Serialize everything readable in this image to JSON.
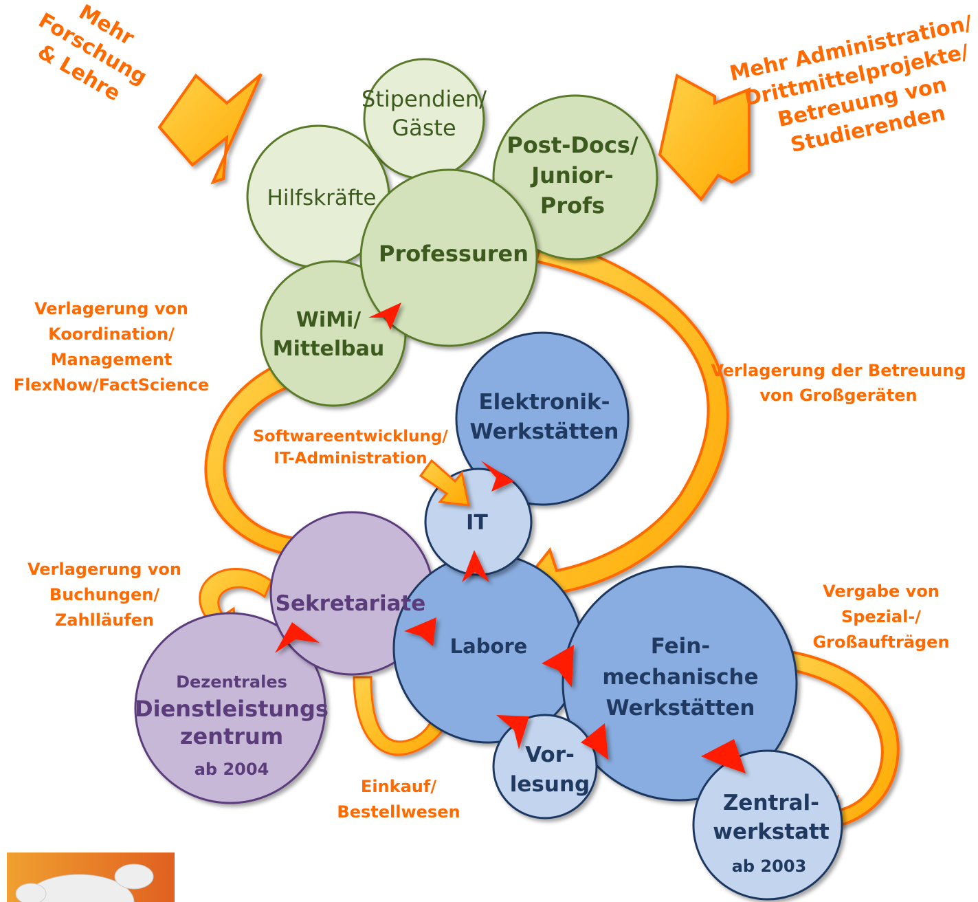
{
  "colors": {
    "green_fill": "#d4e2bb",
    "green_fill_light": "#e6eed6",
    "green_stroke": "#5a7a2a",
    "blue_fill": "#89ade0",
    "blue_fill_light": "#c3d5ee",
    "blue_stroke": "#1f3960",
    "purple_fill": "#c7b8d8",
    "purple_stroke": "#5a3c7a",
    "orange_text": "#ff6a00",
    "arrow_fill": "#ffb400",
    "arrow_edge": "#ff6a00",
    "red_arrow": "#ff1a00",
    "green_text": "#3d5a1e",
    "blue_text": "#1f3960",
    "purple_text": "#5a3c7a"
  },
  "nodes": {
    "stipendien": "Stipendien/\nGäste",
    "hilfskraefte": "Hilfskräfte",
    "postdocs": "Post-Docs/\nJunior-\nProfs",
    "professuren": "Professuren",
    "wimi": "WiMi/\nMittelbau",
    "elektronik": "Elektronik-\nWerkstätten",
    "it": "IT",
    "labore": "Labore",
    "sekretariate": "Sekretariate",
    "dezentral_title": "Dezentrales",
    "dezentral_main": "Dienstleistungs\nzentrum",
    "dezentral_year": "ab 2004",
    "feinmechanik": "Fein-\nmechanische\nWerkstätten",
    "vorlesung": "Vor-\nlesung",
    "zentral_main": "Zentral-\nwerkstatt",
    "zentral_year": "ab 2003"
  },
  "annotations": {
    "mehr_forschung": "Mehr\nForschung\n& Lehre",
    "mehr_admin": "Mehr Administration/\nDrittmittelprojekte/\nBetreuung von\nStudierenden",
    "verlagerung_koordination": "Verlagerung von\nKoordination/\nManagement\nFlexNow/FactScience",
    "verlagerung_betreuung": "Verlagerung der Betreuung\nvon Großgeräten",
    "software": "Softwareentwicklung/\nIT-Administration",
    "verlagerung_buchungen": "Verlagerung von\nBuchungen/\nZahlläufen",
    "vergabe": "Vergabe von\nSpezial-/\nGroßaufträgen",
    "einkauf": "Einkauf/\nBestellwesen"
  }
}
